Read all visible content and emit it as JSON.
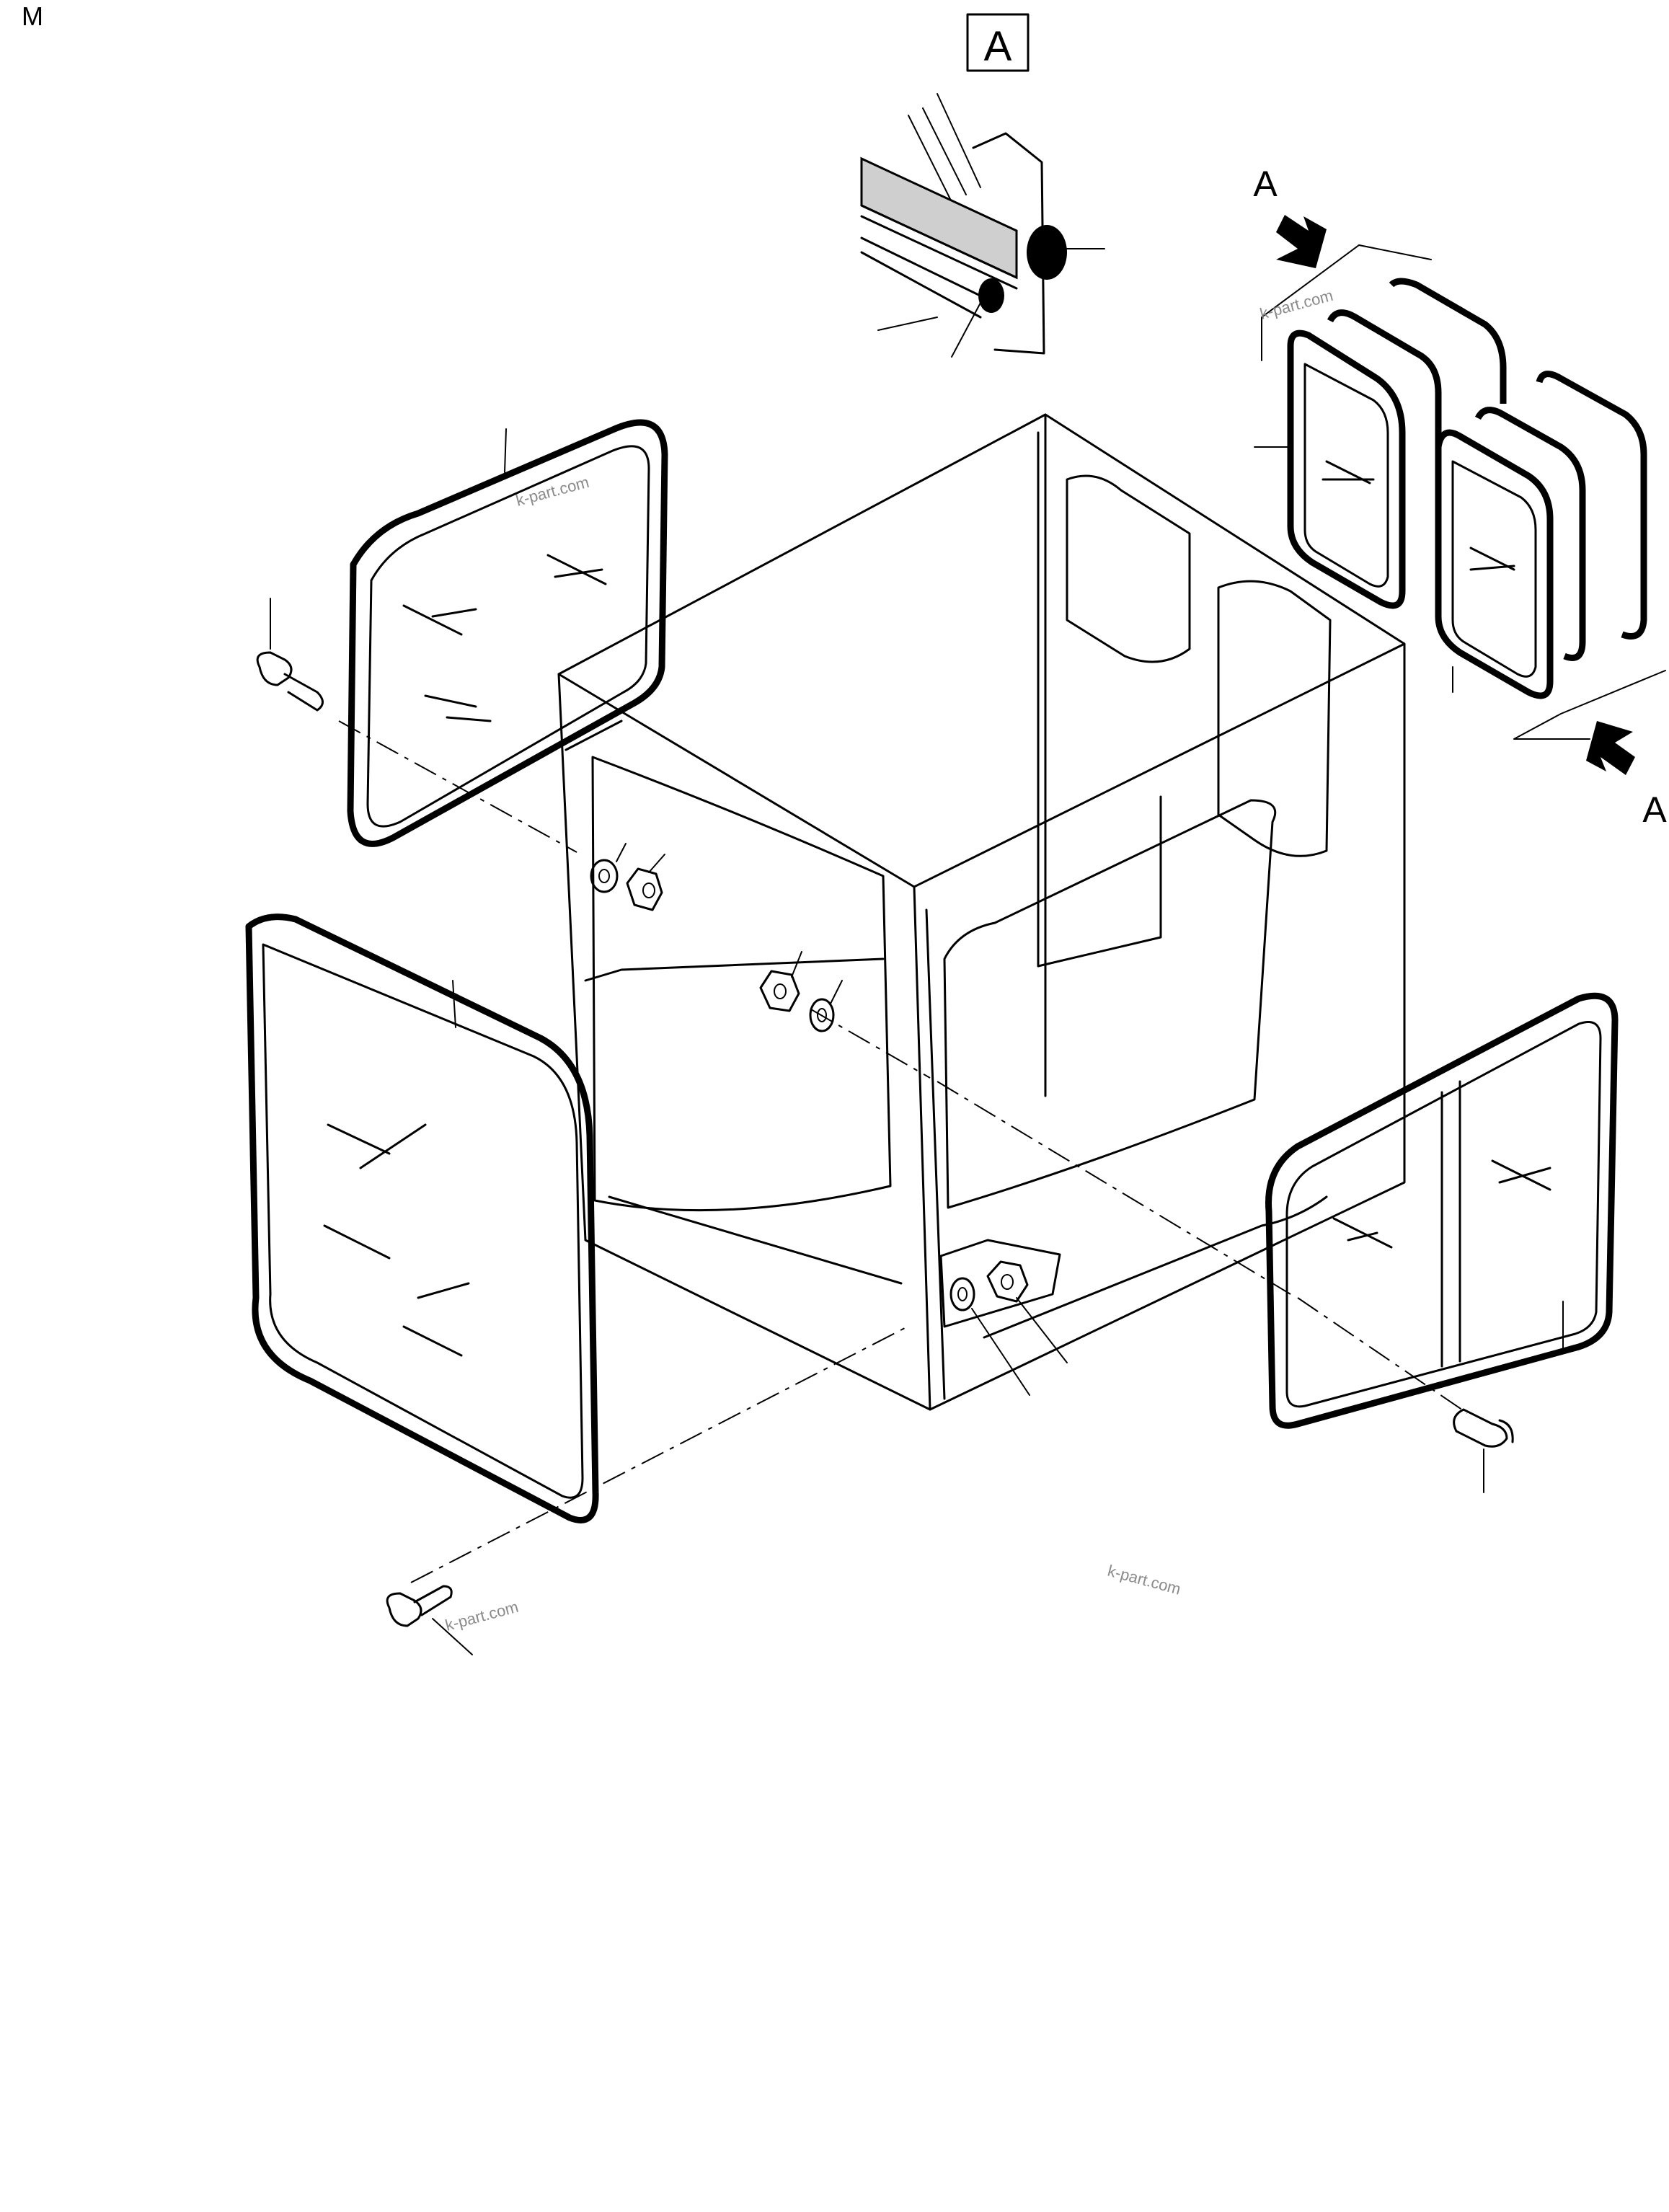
{
  "page": {
    "corner_letter": "M",
    "detail_box_label": "A",
    "view_arrow_label_top": "A",
    "view_arrow_label_bottom": "A",
    "watermark": "k-part.com"
  },
  "icons": [
    "cab-frame",
    "window-glass-panel",
    "screw-icon",
    "nut-icon",
    "washer-icon",
    "seal-profile-detail",
    "view-arrow-icon"
  ]
}
